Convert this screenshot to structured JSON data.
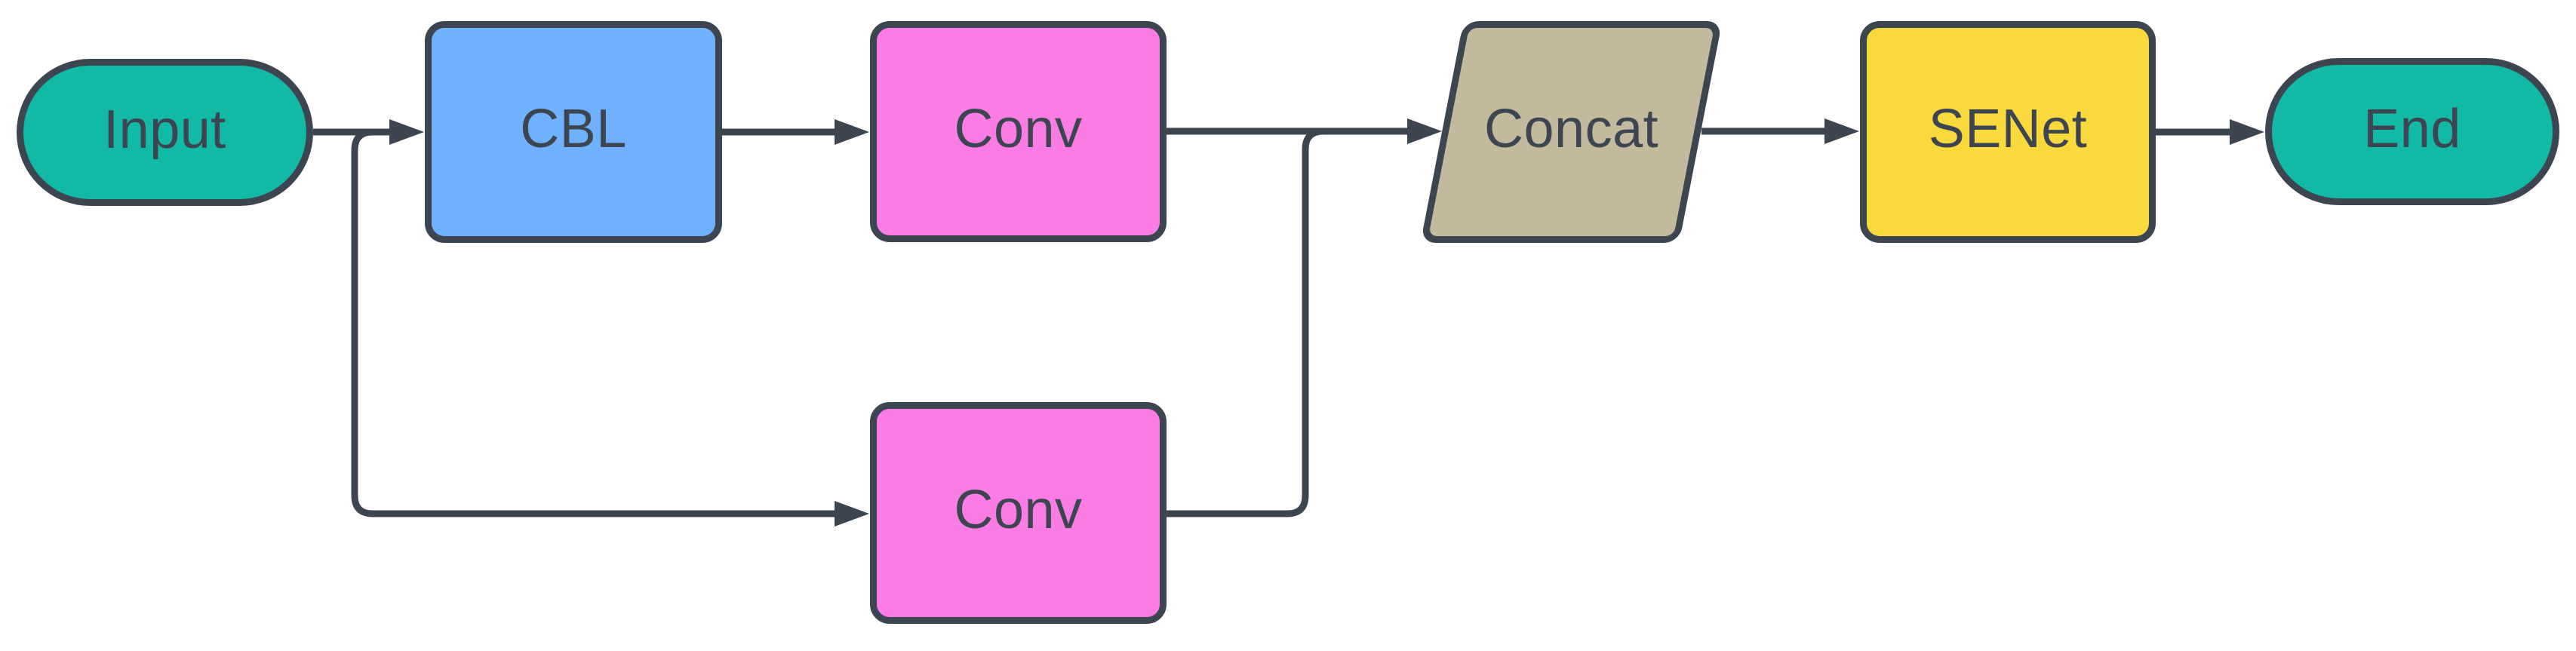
{
  "diagram": {
    "type": "flowchart",
    "background": "#ffffff",
    "connector_color": "#3c4550",
    "text_color": "#3c4550",
    "nodes": {
      "input": {
        "label": "Input",
        "shape": "terminator-pill",
        "fill": "#12b9a5"
      },
      "cbl": {
        "label": "CBL",
        "shape": "rounded-rectangle",
        "fill": "#6fb1fc"
      },
      "conv_top": {
        "label": "Conv",
        "shape": "rounded-rectangle",
        "fill": "#fb7ce4"
      },
      "conv_bottom": {
        "label": "Conv",
        "shape": "rounded-rectangle",
        "fill": "#fb7ce4"
      },
      "concat": {
        "label": "Concat",
        "shape": "parallelogram",
        "fill": "#c3ba9d"
      },
      "senet": {
        "label": "SENet",
        "shape": "rounded-rectangle",
        "fill": "#f8da3c"
      },
      "end": {
        "label": "End",
        "shape": "terminator-pill",
        "fill": "#12b9a5"
      }
    },
    "edges": [
      {
        "from": "input",
        "to": "cbl"
      },
      {
        "from": "input",
        "to": "conv_bottom"
      },
      {
        "from": "cbl",
        "to": "conv_top"
      },
      {
        "from": "conv_top",
        "to": "concat"
      },
      {
        "from": "conv_bottom",
        "to": "concat"
      },
      {
        "from": "concat",
        "to": "senet"
      },
      {
        "from": "senet",
        "to": "end"
      }
    ]
  }
}
